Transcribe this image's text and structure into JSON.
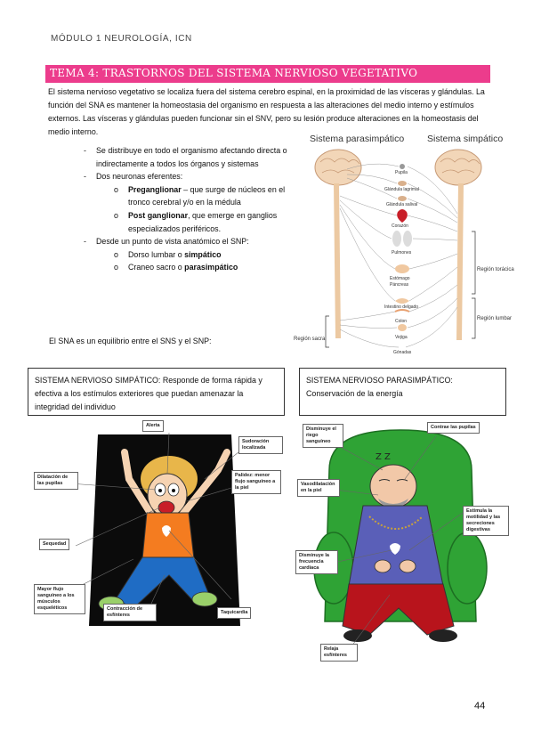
{
  "header": {
    "module": "MÓDULO 1 NEUROLOGÍA, ICN"
  },
  "title": "TEMA 4: TRASTORNOS DEL SISTEMA NERVIOSO VEGETATIVO",
  "intro": "El sistema nervioso vegetativo se localiza fuera del sistema cerebro espinal, en la proximidad de las vísceras y glándulas. La función del SNA es mantener la homeostasia del organismo en respuesta a las alteraciones del medio interno y estímulos externos. Las vísceras y glándulas pueden funcionar sin el SNV, pero su lesión produce alteraciones en la homeostasis del medio interno.",
  "list": {
    "item1": "Se distribuye en todo el organismo afectando directa o indirectamente a todos los órganos y sistemas",
    "item2": "Dos neuronas eferentes:",
    "item2_sub1_bold": "Preganglionar",
    "item2_sub1_rest": " – que surge de núcleos en el tronco cerebral y/o en la médula",
    "item2_sub2_bold": "Post ganglionar",
    "item2_sub2_rest": ", que emerge en ganglios especializados periféricos.",
    "item3": "Desde un punto de vista anatómico el SNP:",
    "item3_sub1_plain": "Dorso lumbar o ",
    "item3_sub1_bold": "simpático",
    "item3_sub2_plain": "Craneo sacro o ",
    "item3_sub2_bold": "parasimpático",
    "bullet": "-",
    "subbullet": "o"
  },
  "balance": "El SNA es un equilibrio entre el SNS y el SNP:",
  "diagram": {
    "left_title": "Sistema parasimpático",
    "right_title": "Sistema simpático",
    "organs": [
      "Pupila",
      "Glándula lagrimal",
      "Glándula salival",
      "Corazón",
      "Pulmones",
      "Estómago",
      "Páncreas",
      "Intestino delgado",
      "Colon",
      "Vejiga",
      "Gónadas"
    ],
    "regions": {
      "thoracic": "Región torácica",
      "lumbar": "Región lumbar",
      "sacral": "Región sacra"
    }
  },
  "sympathetic_box": "SISTEMA NERVIOSO SIMPÁTICO: Responde de forma rápida y efectiva a los estímulos exteriores que puedan amenazar la integridad del individuo",
  "parasympathetic_box": "SISTEMA NERVIOSO PARASIMPÁTICO: Conservación de la energía",
  "sympathetic_callouts": {
    "alerta": "Alerta",
    "sudoracion": "Sudoración localizada",
    "dilatacion": "Dilatación de las pupilas",
    "palidez": "Palidez: menor flujo sanguíneo a la piel",
    "sequedad": "Sequedad",
    "mayor_flujo": "Mayor flujo sanguíneo a los músculos esqueléticos",
    "contraccion": "Contracción de esfínteres",
    "taquicardia": "Taquicardia"
  },
  "parasympathetic_callouts": {
    "disminuye_riego": "Disminuye el riego sanguíneo",
    "contrae_pupilas": "Contrae las pupilas",
    "vasodilatacion": "Vasodilatación en la piel",
    "estimula": "Estimula la motilidad y las secreciones digestivas",
    "frecuencia": "Disminuye la frecuencia cardíaca",
    "relaja": "Relaja esfínteres"
  },
  "page_number": "44",
  "colors": {
    "title_bar": "#ec3c8c",
    "chair": "#2fa335",
    "shirt_para": "#5a5fb8",
    "pants_para": "#b8141c",
    "shirt_simp": "#f47c20",
    "pants_simp": "#1f6cc4"
  }
}
